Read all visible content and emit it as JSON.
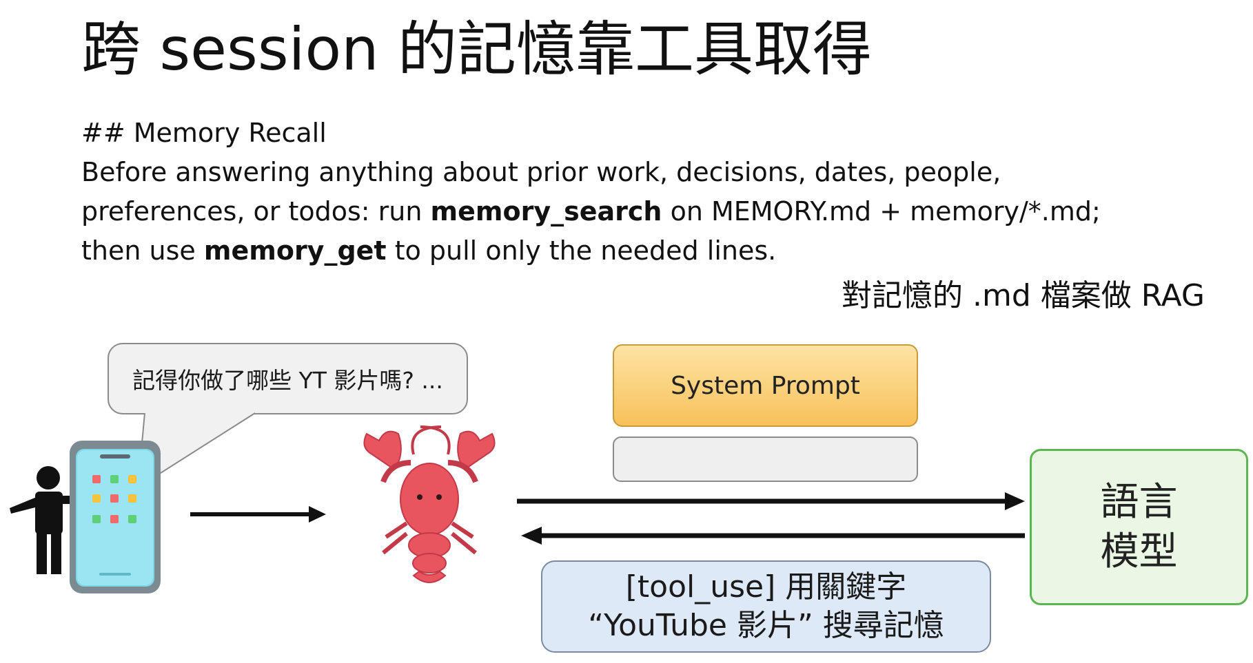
{
  "slide": {
    "title": "跨 session 的記憶靠工具取得",
    "code_heading": "## Memory Recall",
    "line1": "Before answering anything about prior work, decisions, dates, people,",
    "line2_a": "preferences, or todos: run ",
    "line2_bold": "memory_search",
    "line2_b": " on MEMORY.md + memory/*.md;",
    "line3_a": "then use ",
    "line3_bold": "memory_get",
    "line3_b": " to pull only the needed lines.",
    "rag_note": "對記憶的 .md 檔案做 RAG"
  },
  "diagram": {
    "bubble_text": "記得你做了哪些 YT 影片嗎? ...",
    "system_prompt": "System Prompt",
    "model_line1": "語言",
    "model_line2": "模型",
    "tool_line1": "[tool_use] 用關鍵字",
    "tool_line2": "“YouTube 影片”  搜尋記憶"
  },
  "colors": {
    "system_prompt_fill": "#f8c15a",
    "model_border": "#5bb550",
    "model_fill": "#e9f7e4",
    "tool_fill": "#dde9f7",
    "lobster": "#e8555f"
  },
  "icons": [
    "person-icon",
    "phone-icon",
    "lobster-icon",
    "arrow-right-icon",
    "arrow-left-icon"
  ]
}
